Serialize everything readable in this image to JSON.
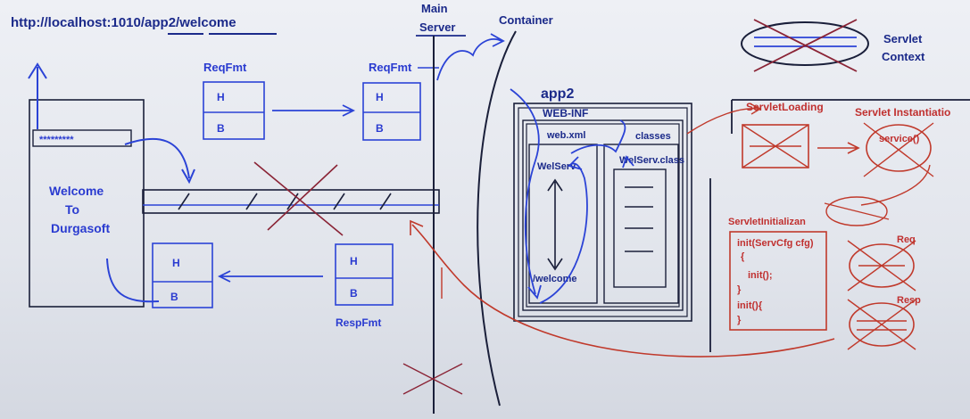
{
  "url": "http://localhost:1010/app2/welcome",
  "labels": {
    "main_server_line1": "Main",
    "main_server_line2": "Server",
    "container": "Container",
    "servlet_context_line1": "Servlet",
    "servlet_context_line2": "Context",
    "req_fmt_1": "ReqFmt",
    "req_fmt_2": "ReqFmt",
    "resp_fmt": "RespFmt",
    "app2": "app2",
    "web_inf": "WEB-INF",
    "web_xml": "web.xml",
    "classes": "classes",
    "welserv": "WelServ",
    "welserv_class": "WelServ.class",
    "welcome_path": "/welcome",
    "servlet_loading": "ServletLoading",
    "servlet_instantiation": "Servlet Instantiatio",
    "service": "service()",
    "servlet_initialization": "ServletInitializan",
    "init_line1": "init(ServCfg cfg)",
    "init_line2": "{",
    "init_line3": "init();",
    "init_line4": "}",
    "init_line5": "init(){",
    "init_line6": "}",
    "req": "Req",
    "resp": "Resp",
    "browser_line1": "Welcome",
    "browser_line2": "To",
    "browser_line3": "Durgasoft",
    "address_stars": "*********",
    "h": "H",
    "b": "B"
  }
}
